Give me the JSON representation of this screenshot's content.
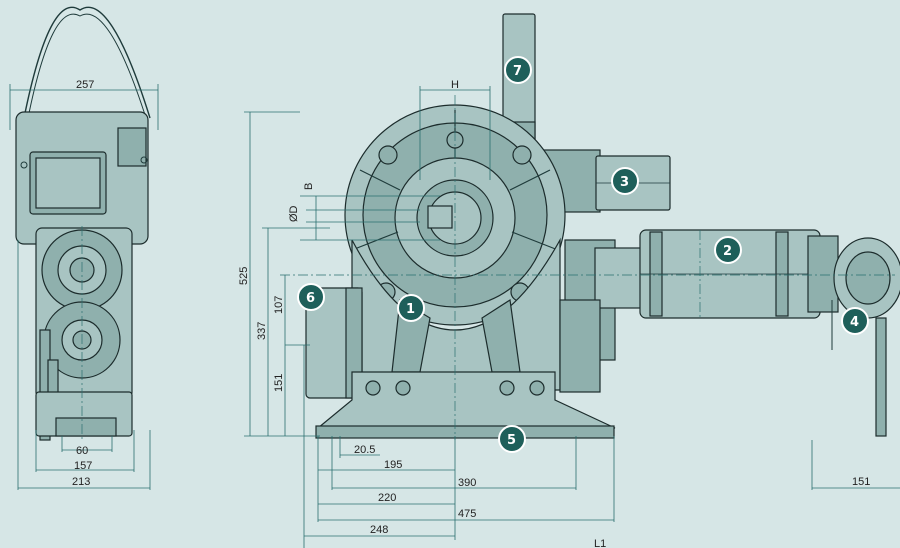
{
  "colors": {
    "background": "#d6e6e6",
    "body": "#a8c4c2",
    "dimension_line": "#2a6f6f",
    "badge": "#1e5f5a",
    "badge_text": "#ffffff"
  },
  "dimensions": {
    "side_width": "257",
    "side_bottom_60": "60",
    "side_bottom_157": "157",
    "side_bottom_213": "213",
    "height_525": "525",
    "height_337": "337",
    "height_107": "107",
    "height_151": "151",
    "dia_label": "ØD",
    "b_label": "B",
    "h_label": "H",
    "d_20_5": "20.5",
    "d_195": "195",
    "d_220": "220",
    "d_248": "248",
    "d_390": "390",
    "d_475": "475",
    "d_L1": "L1",
    "d_151_right": "151"
  },
  "badges": {
    "b1": "1",
    "b2": "2",
    "b3": "3",
    "b4": "4",
    "b5": "5",
    "b6": "6",
    "b7": "7"
  }
}
